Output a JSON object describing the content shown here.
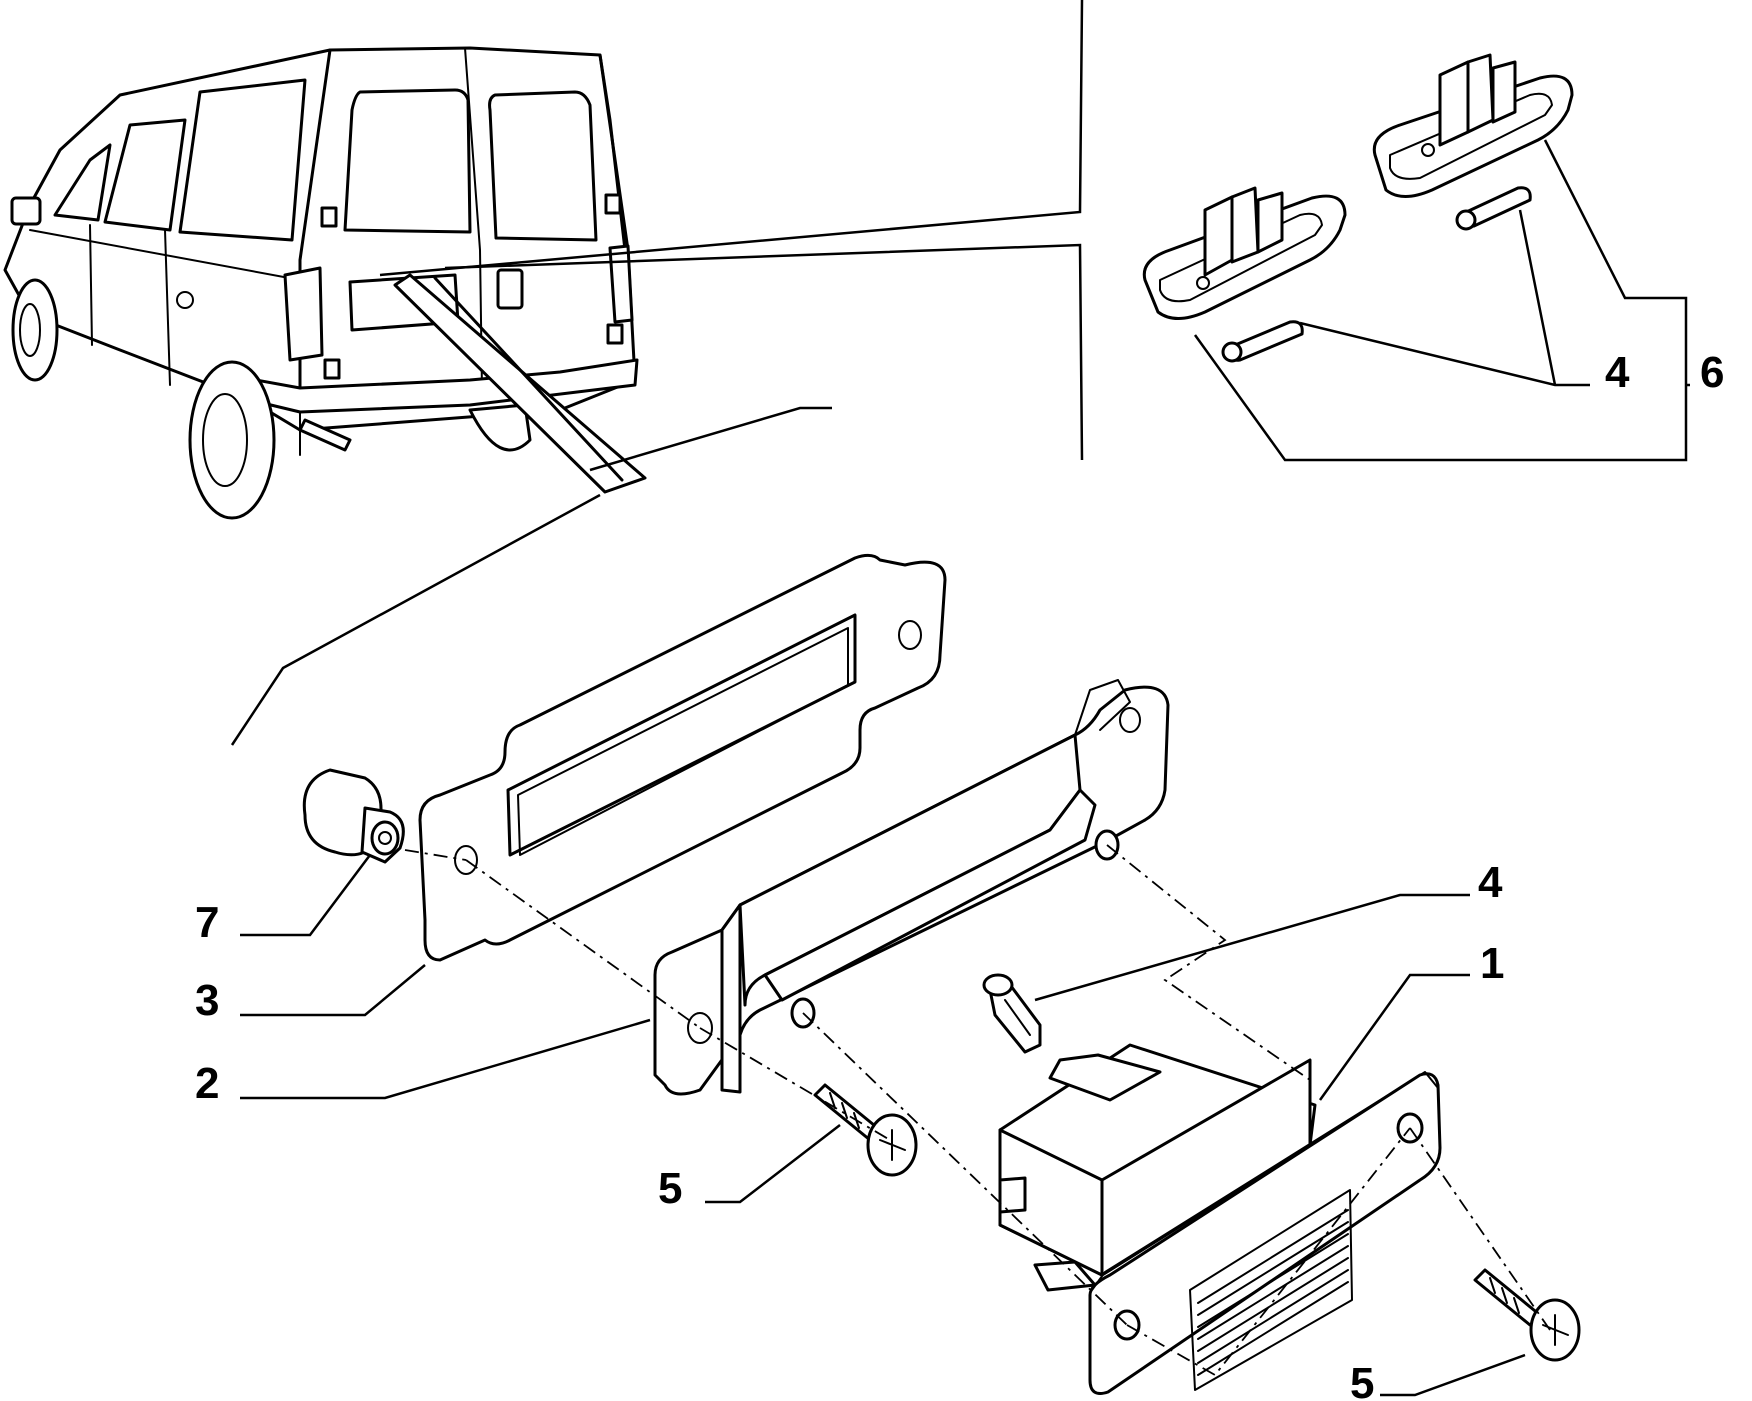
{
  "diagram": {
    "type": "exploded-parts-view",
    "callouts": {
      "c1": "1",
      "c2": "2",
      "c3": "3",
      "c4_top": "4",
      "c4_mid": "4",
      "c5_left": "5",
      "c5_right": "5",
      "c6": "6",
      "c7": "7"
    }
  }
}
